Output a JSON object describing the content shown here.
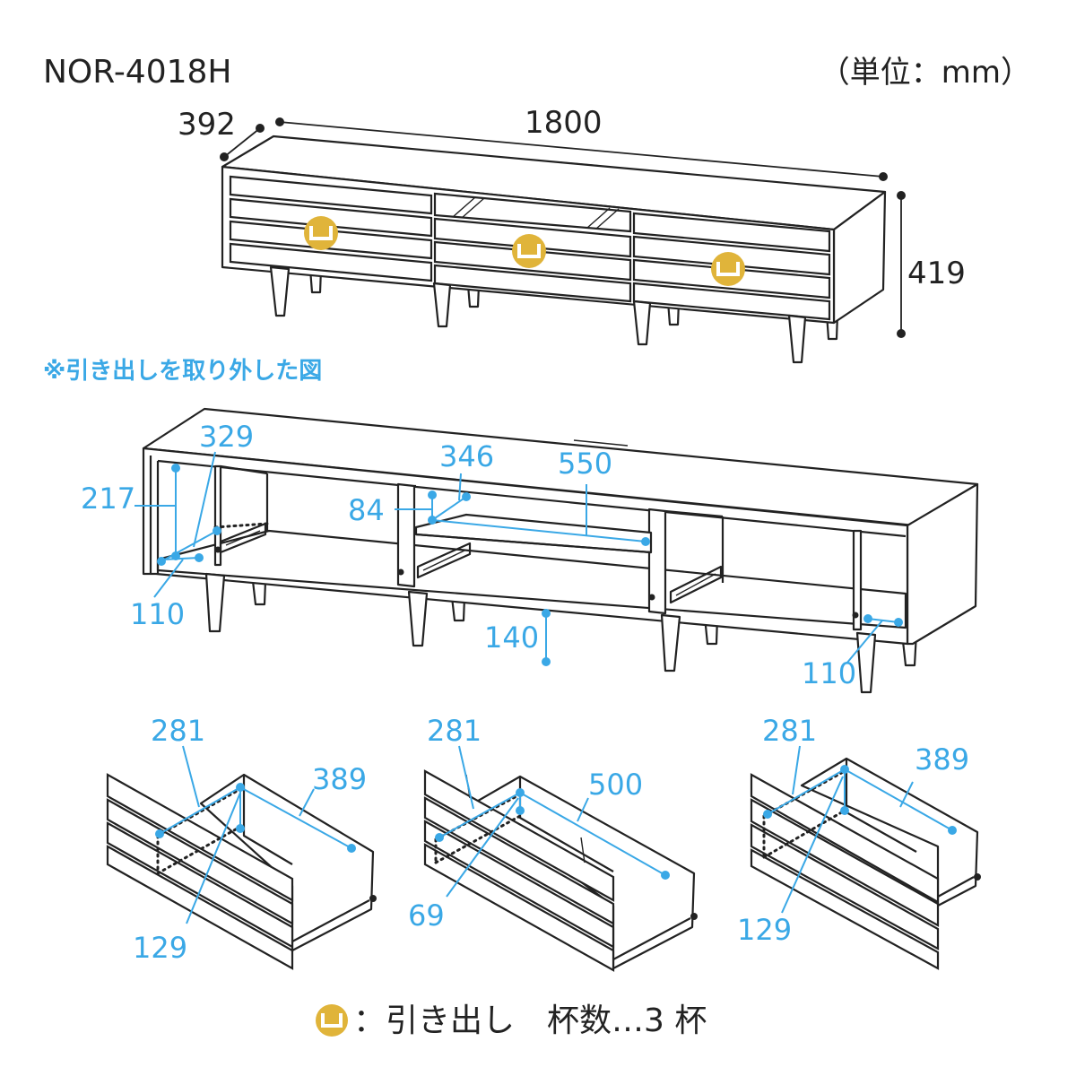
{
  "model": "NOR-4018H",
  "unit_label": "（単位：mm）",
  "overall": {
    "depth": "392",
    "width": "1800",
    "height": "419"
  },
  "note": "※引き出しを取り外した図",
  "inner": {
    "left_height": "217",
    "left_depth": "329",
    "left_bottom": "110",
    "center_height": "84",
    "center_depth": "346",
    "center_width": "550",
    "leg_clearance": "140",
    "right_bottom": "110"
  },
  "drawers": [
    {
      "top": "281",
      "width": "389",
      "bottom": "129"
    },
    {
      "top": "281",
      "width": "500",
      "bottom": "69"
    },
    {
      "top": "281",
      "width": "389",
      "bottom": "129"
    }
  ],
  "legend": {
    "label": "：引き出し　杯数…3 杯"
  },
  "colors": {
    "dimension_blue": "#3aa8e6",
    "handle_gold": "#e0b43a",
    "line": "#222222"
  }
}
